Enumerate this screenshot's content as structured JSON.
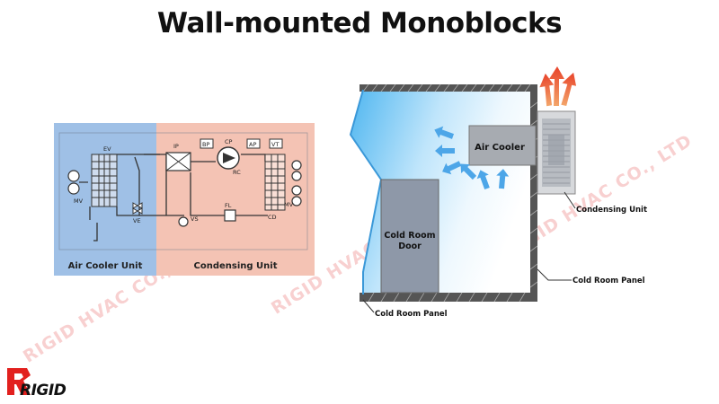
{
  "title": "Wall-mounted Monoblocks",
  "schematic": {
    "air_cooler_label": "Air Cooler Unit",
    "condensing_label": "Condensing Unit",
    "components": {
      "ev": "EV",
      "mv_left": "MV",
      "ve": "VE",
      "ip": "IP",
      "bp": "BP",
      "cp": "CP",
      "rc": "RC",
      "ap": "AP",
      "vt": "VT",
      "fl": "FL",
      "vs": "VS",
      "cd": "CD",
      "mv_right": "MV"
    }
  },
  "room": {
    "air_cooler": "Air Cooler",
    "door_line1": "Cold Room",
    "door_line2": "Door",
    "condensing_unit": "Condensing Unit",
    "panel_right": "Cold Room Panel",
    "panel_bottom": "Cold Room Panel"
  },
  "logo": {
    "text": "RIGID"
  },
  "watermarks": [
    "RIGID HVAC CO., LTD",
    "RIGID HVAC CO., LTD",
    "RIGID HVAC CO., LTD"
  ],
  "colors": {
    "cooler_bg": "#9fc0e6",
    "condensing_bg": "#f4c3b4",
    "room_blue": "#5bbcf0",
    "door_gray": "#8e98a8",
    "heat_arrow": "#e8563a",
    "cold_arrow": "#4da6e8",
    "logo_red": "#e2201e"
  }
}
